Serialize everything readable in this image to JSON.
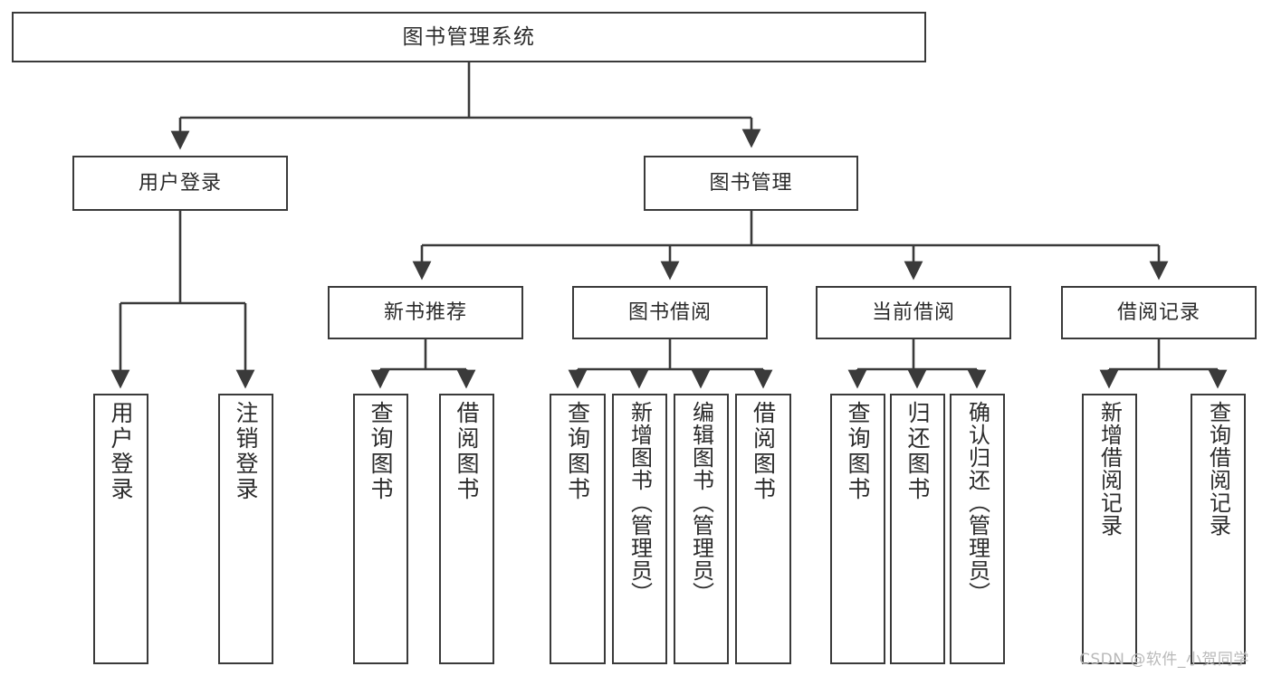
{
  "diagram": {
    "type": "tree",
    "title": "图书管理系统",
    "watermark": "CSDN @软件_小贺同学",
    "colors": {
      "box_border": "#3a3a3a",
      "box_fill": "#ffffff",
      "connector": "#3a3a3a",
      "text": "#2b2b2b",
      "watermark": "#b9b9b9",
      "background": "#ffffff"
    },
    "nodes": {
      "root": {
        "label": "图书管理系统"
      },
      "level2": [
        {
          "id": "user-login",
          "label": "用户登录"
        },
        {
          "id": "book-manage",
          "label": "图书管理"
        }
      ],
      "level3": [
        {
          "id": "new-book-recommend",
          "label": "新书推荐"
        },
        {
          "id": "book-borrow",
          "label": "图书借阅"
        },
        {
          "id": "current-borrow",
          "label": "当前借阅"
        },
        {
          "id": "borrow-record",
          "label": "借阅记录"
        }
      ],
      "leaves": {
        "user-login": [
          {
            "id": "leaf-user-login",
            "label": "用户登录"
          },
          {
            "id": "leaf-logout-login",
            "label": "注销登录"
          }
        ],
        "new-book-recommend": [
          {
            "id": "leaf-query-book-1",
            "label": "查询图书"
          },
          {
            "id": "leaf-borrow-book-1",
            "label": "借阅图书"
          }
        ],
        "book-borrow": [
          {
            "id": "leaf-query-book-2",
            "label": "查询图书"
          },
          {
            "id": "leaf-add-book-admin",
            "label": "新增图书（管理员）"
          },
          {
            "id": "leaf-edit-book-admin",
            "label": "编辑图书（管理员）"
          },
          {
            "id": "leaf-borrow-book-2",
            "label": "借阅图书"
          }
        ],
        "current-borrow": [
          {
            "id": "leaf-query-book-3",
            "label": "查询图书"
          },
          {
            "id": "leaf-return-book",
            "label": "归还图书"
          },
          {
            "id": "leaf-confirm-return-admin",
            "label": "确认归还（管理员）"
          }
        ],
        "borrow-record": [
          {
            "id": "leaf-add-borrow-record",
            "label": "新增借阅记录"
          },
          {
            "id": "leaf-query-borrow-record",
            "label": "查询借阅记录"
          }
        ]
      }
    }
  }
}
